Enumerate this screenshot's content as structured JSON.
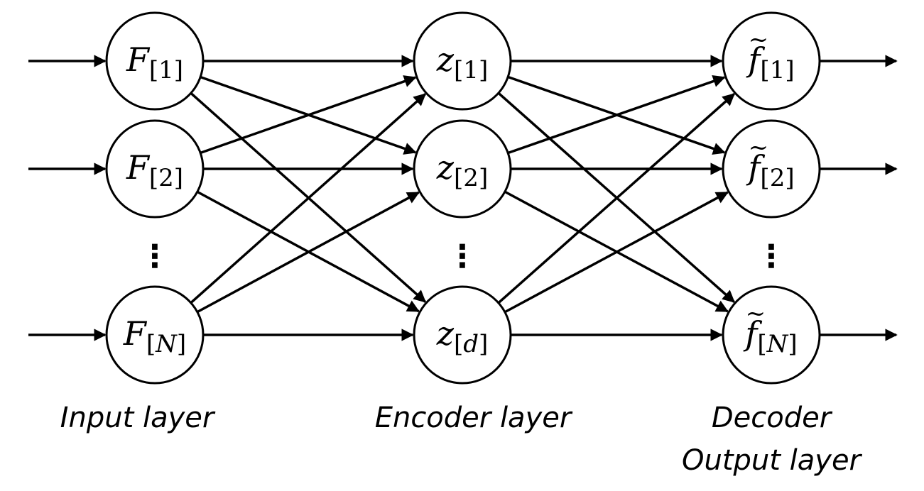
{
  "diagram": {
    "layers": [
      {
        "id": "input",
        "label_lines": [
          "Input layer"
        ],
        "nodes": [
          {
            "var": "F",
            "sub_open": "[",
            "sub": "1",
            "sub_italic": false,
            "sub_close": "]",
            "tilde": false
          },
          {
            "var": "F",
            "sub_open": "[",
            "sub": "2",
            "sub_italic": false,
            "sub_close": "]",
            "tilde": false
          },
          {
            "var": "F",
            "sub_open": "[",
            "sub": "N",
            "sub_italic": true,
            "sub_close": "]",
            "tilde": false
          }
        ],
        "ellipsis": "⋮"
      },
      {
        "id": "encoder",
        "label_lines": [
          "Encoder layer"
        ],
        "nodes": [
          {
            "var": "z",
            "sub_open": "[",
            "sub": "1",
            "sub_italic": false,
            "sub_close": "]",
            "tilde": false
          },
          {
            "var": "z",
            "sub_open": "[",
            "sub": "2",
            "sub_italic": false,
            "sub_close": "]",
            "tilde": false
          },
          {
            "var": "z",
            "sub_open": "[",
            "sub": "d",
            "sub_italic": true,
            "sub_close": "]",
            "tilde": false
          }
        ],
        "ellipsis": "⋮"
      },
      {
        "id": "decoder",
        "label_lines": [
          "Decoder",
          "Output layer"
        ],
        "nodes": [
          {
            "var": "f",
            "sub_open": "[",
            "sub": "1",
            "sub_italic": false,
            "sub_close": "]",
            "tilde": true
          },
          {
            "var": "f",
            "sub_open": "[",
            "sub": "2",
            "sub_italic": false,
            "sub_close": "]",
            "tilde": true
          },
          {
            "var": "f",
            "sub_open": "[",
            "sub": "N",
            "sub_italic": true,
            "sub_close": "]",
            "tilde": true
          }
        ],
        "ellipsis": "⋮"
      }
    ],
    "tilde_char": "~",
    "connections": "fully-connected",
    "input_arrows": true,
    "output_arrows": true,
    "colors": {
      "stroke": "#000000",
      "background": "#ffffff"
    }
  }
}
